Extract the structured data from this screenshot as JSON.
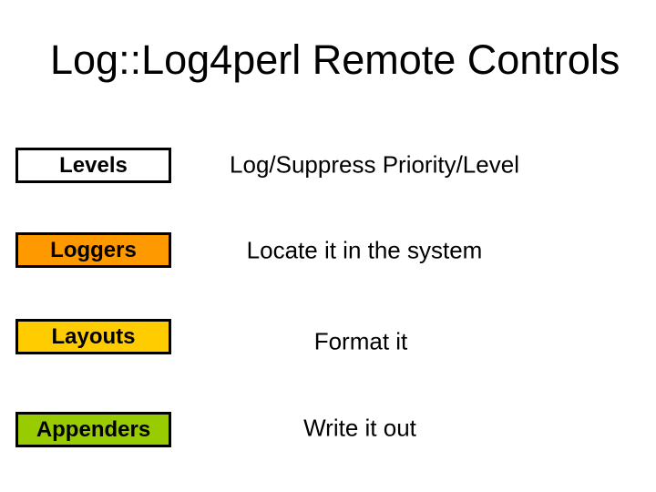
{
  "slide": {
    "title": "Log::Log4perl Remote Controls",
    "background_color": "#FFFFFF",
    "text_color": "#000000",
    "box_border_color": "#000000",
    "rows": [
      {
        "box_label": "Levels",
        "box_color": "#FFFFFF",
        "description": "Log/Suppress Priority/Level"
      },
      {
        "box_label": "Loggers",
        "box_color": "#FF9900",
        "description": "Locate it in the system"
      },
      {
        "box_label": "Layouts",
        "box_color": "#FFCC00",
        "description": "Format it"
      },
      {
        "box_label": "Appenders",
        "box_color": "#99CC00",
        "description": "Write it out"
      }
    ]
  }
}
